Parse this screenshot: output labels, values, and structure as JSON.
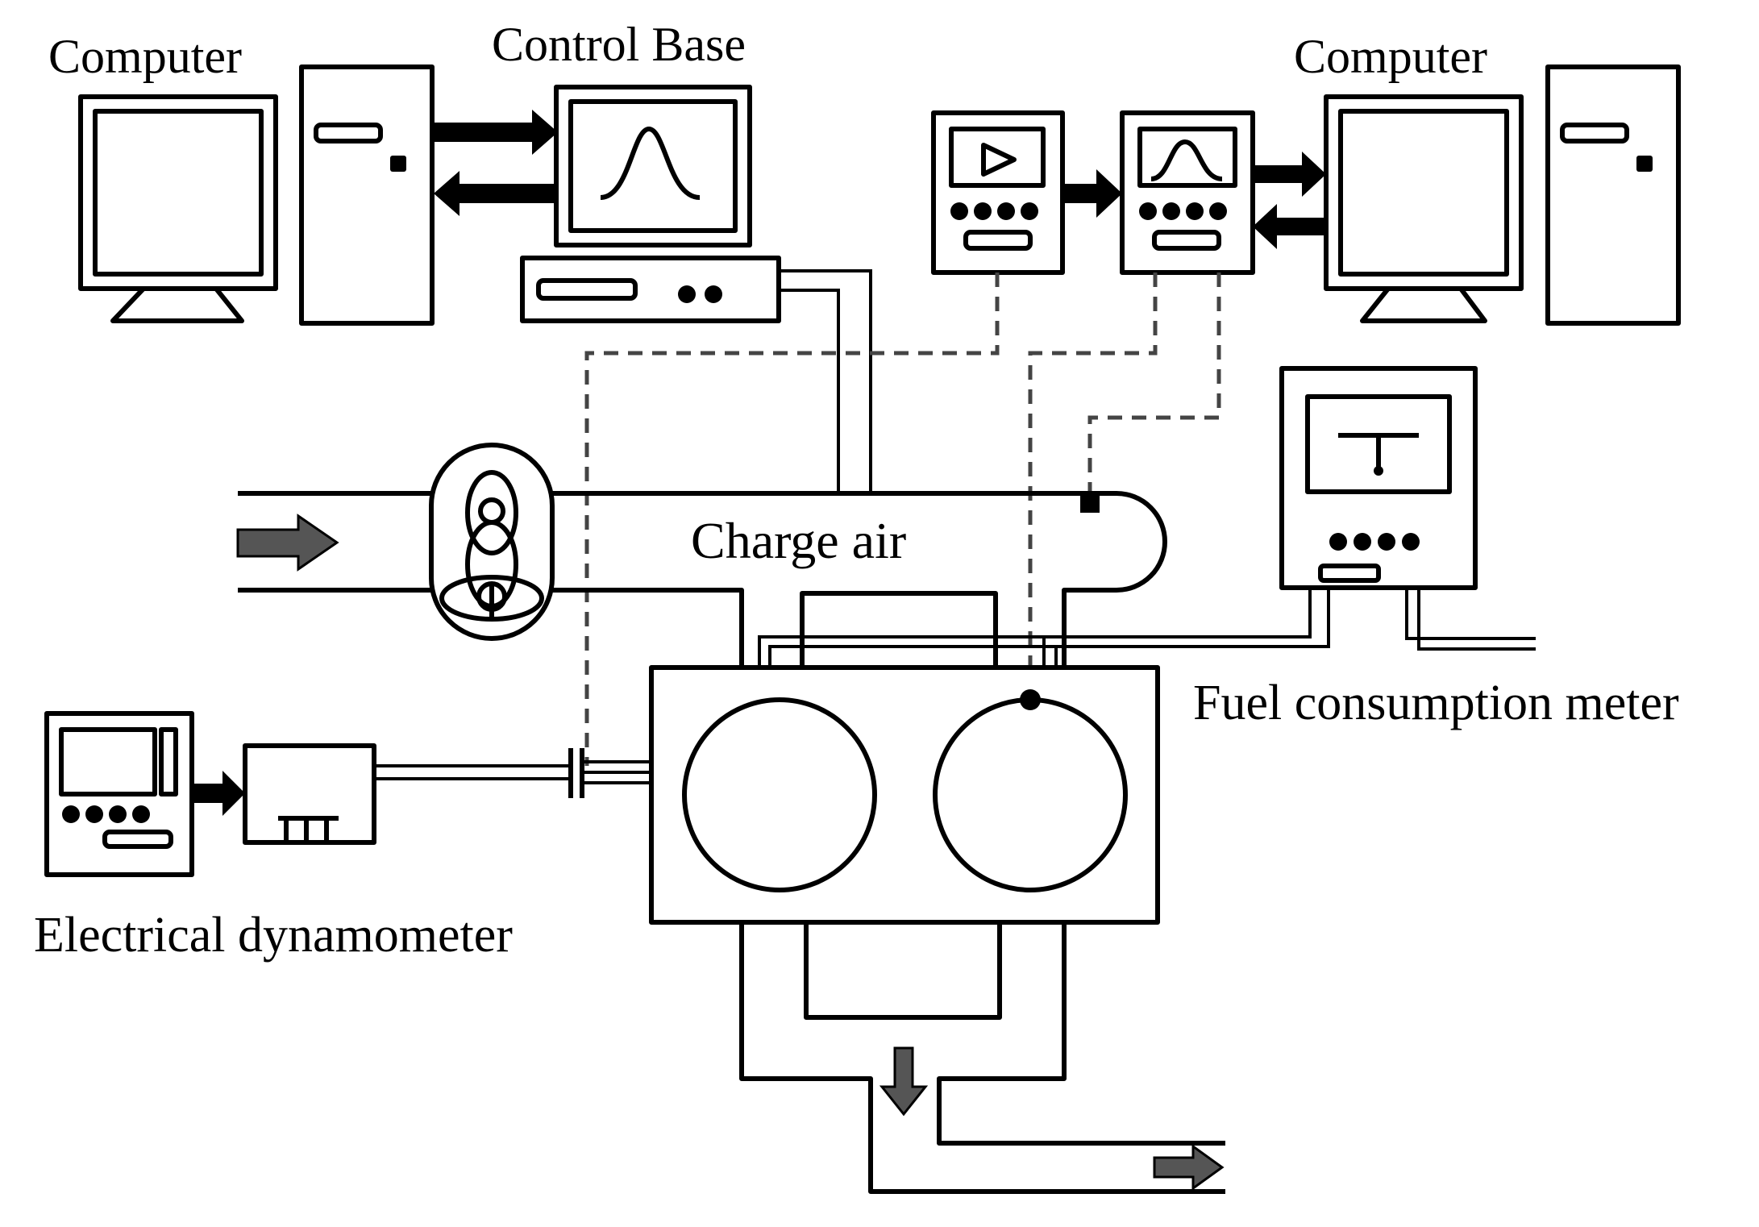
{
  "labels": {
    "computer_left": "Computer",
    "control_base": "Control Base",
    "computer_right": "Computer",
    "charge_air": "Charge air",
    "fuel_consumption_meter": "Fuel consumption meter",
    "electrical_dynamometer": "Electrical dynamometer"
  },
  "icons": {
    "flow_arrow": "flow-arrow-icon",
    "signal_wave": "pulse-wave-icon",
    "play": "play-icon",
    "gauge": "gauge-icon"
  },
  "colors": {
    "line": "#000000",
    "dashed_signal": "#444444",
    "flow_arrow": "#555555",
    "background": "#ffffff"
  }
}
